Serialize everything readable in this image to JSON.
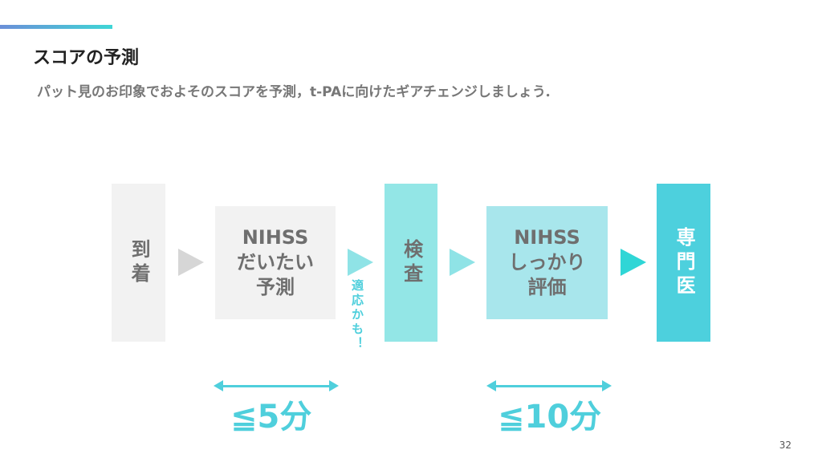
{
  "title": "スコアの予測",
  "subtitle": "パット見のお印象でおよそのスコアを予測，t-PAに向けたギアチェンジしましょう．",
  "steps": {
    "arrival": "到着",
    "nihss_estimate": "NIHSS\nだいたい\n予測",
    "exam": "検査",
    "nihss_eval": "NIHSS\nしっかり\n評価",
    "specialist": "専門医"
  },
  "note": "適応かも！",
  "times": {
    "first": "≦5分",
    "second": "≦10分"
  },
  "page_number": "32"
}
